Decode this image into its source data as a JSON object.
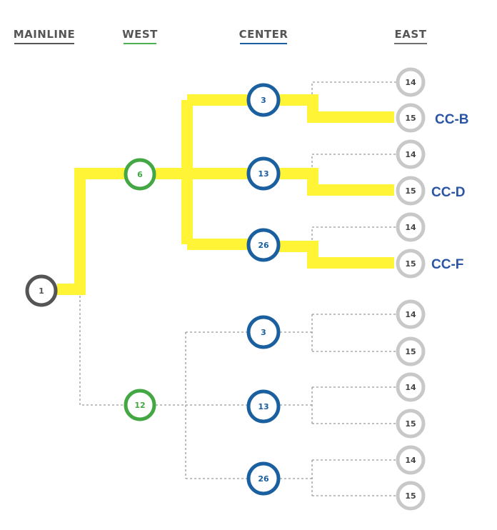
{
  "columns": {
    "mainline": {
      "label": "MAINLINE",
      "color": "#555555"
    },
    "west": {
      "label": "WEST",
      "color": "#4caf50"
    },
    "center": {
      "label": "CENTER",
      "color": "#1a5fa0"
    },
    "east": {
      "label": "EAST",
      "color": "#707070"
    }
  },
  "colors": {
    "highlight": "#fff536",
    "dashed": "#9a9a9a",
    "mainline_ring": "#555555",
    "west_ring": "#43a843",
    "center_ring": "#1a5fa0",
    "east_ring": "#c8c8c8",
    "dest_text": "#2a55a5"
  },
  "nodes": {
    "mainline": {
      "label": "1"
    },
    "west_a": {
      "label": "6"
    },
    "west_b": {
      "label": "12"
    },
    "center_a1": {
      "label": "3"
    },
    "center_a2": {
      "label": "13"
    },
    "center_a3": {
      "label": "26"
    },
    "center_b1": {
      "label": "3"
    },
    "center_b2": {
      "label": "13"
    },
    "center_b3": {
      "label": "26"
    },
    "east": [
      {
        "label": "14"
      },
      {
        "label": "15"
      },
      {
        "label": "14"
      },
      {
        "label": "15"
      },
      {
        "label": "14"
      },
      {
        "label": "15"
      },
      {
        "label": "14"
      },
      {
        "label": "15"
      },
      {
        "label": "14"
      },
      {
        "label": "15"
      },
      {
        "label": "14"
      },
      {
        "label": "15"
      }
    ]
  },
  "destinations": [
    {
      "label": "CC-B"
    },
    {
      "label": "CC-D"
    },
    {
      "label": "CC-F"
    }
  ]
}
